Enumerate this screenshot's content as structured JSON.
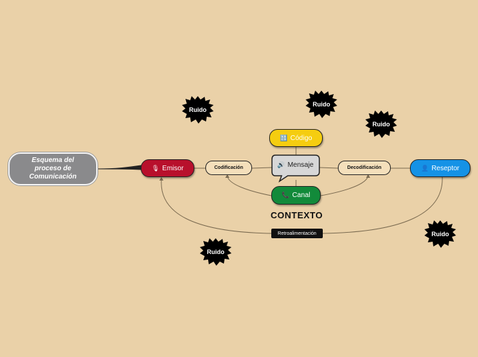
{
  "root": {
    "label": "Esquema del proceso de Comunicación"
  },
  "nodes": {
    "emisor": {
      "label": "Emisor",
      "icon": "microphone-icon"
    },
    "codificacion": {
      "label": "Codificación"
    },
    "mensaje": {
      "label": "Mensaje",
      "icon": "speaker-icon"
    },
    "codigo": {
      "label": "Código",
      "icon": "abcd-input-icon"
    },
    "canal": {
      "label": "Canal",
      "icon": "telephone-icon"
    },
    "decodificacion": {
      "label": "Decodificación"
    },
    "reseptor": {
      "label": "Reseptor",
      "icon": "person-icon"
    }
  },
  "contexto": {
    "label": "CONTEXTO"
  },
  "retroalimentacion": {
    "label": "Retroalimentación"
  },
  "ruido": [
    {
      "label": "Ruido"
    },
    {
      "label": "Ruido"
    },
    {
      "label": "Ruido"
    },
    {
      "label": "Ruido"
    },
    {
      "label": "Ruido"
    }
  ],
  "colors": {
    "background": "#ead1a8",
    "emisor": "#b8102c",
    "reseptor": "#1592e6",
    "codigo": "#f5cd10",
    "canal": "#128a3a",
    "root": "#8a8a8c",
    "ruido": "#000000"
  }
}
